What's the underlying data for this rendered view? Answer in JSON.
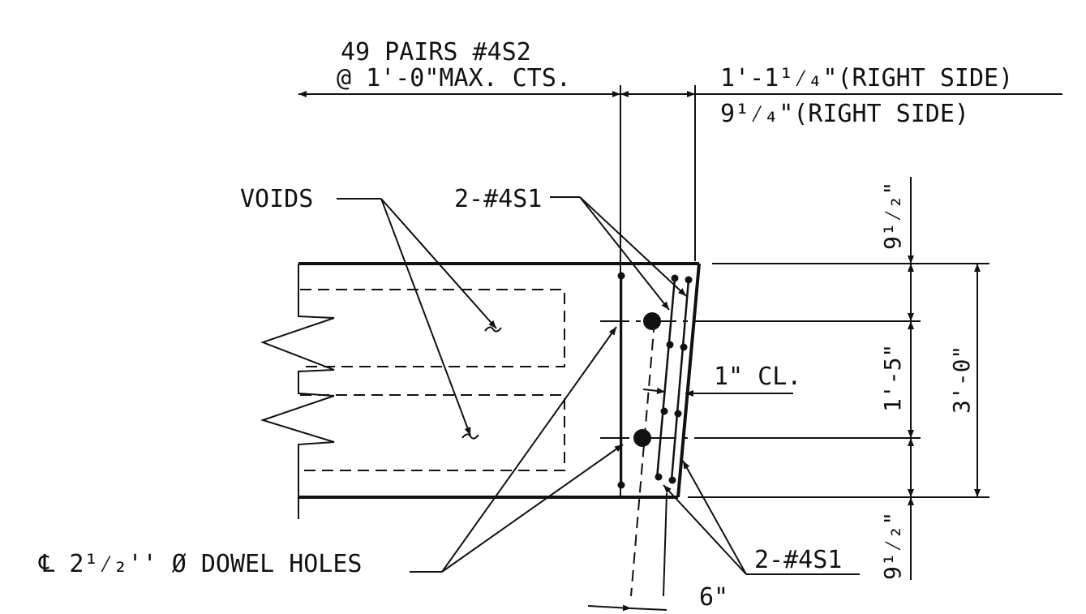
{
  "drawing": {
    "top_label_line1": "49 PAIRS #4S2",
    "top_label_line2": "@ 1'-0\"MAX. CTS.",
    "top_right_line1": "1'-1¹⁄₄\"(RIGHT SIDE)",
    "top_right_line2": "9¹⁄₄\"(RIGHT SIDE)",
    "voids_label": "VOIDS",
    "bars_top_label": "2-#4S1",
    "bars_bottom_label": "2-#4S1",
    "clear_label": "1\" CL.",
    "dowel_label": "℄ 2¹⁄₂'' Ø DOWEL HOLES",
    "dim_top": "9¹⁄₂\"",
    "dim_mid": "1'-5\"",
    "dim_total": "3'-0\"",
    "dim_bottom": "9¹⁄₂\"",
    "dim_skew": "6\""
  }
}
